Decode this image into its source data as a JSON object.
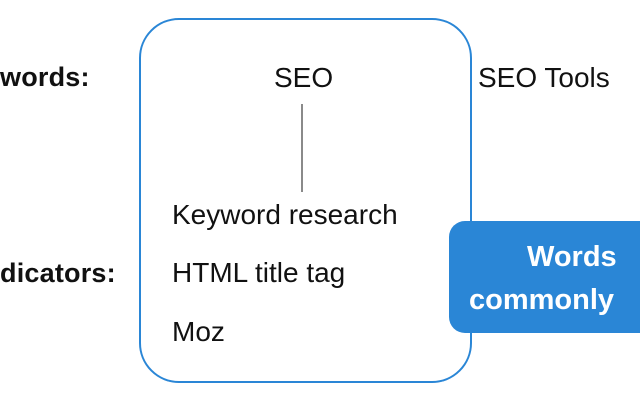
{
  "labels": {
    "top_left": "words:",
    "bottom_left": "dicators:"
  },
  "box": {
    "root": "SEO",
    "items": [
      "Keyword research",
      "HTML title tag",
      "Moz"
    ]
  },
  "outside_term": "SEO Tools",
  "callout": {
    "line1": "Words",
    "line2": "commonly"
  },
  "colors": {
    "accent": "#2a86d6",
    "connector": "#8a8a8a",
    "text": "#111111"
  }
}
